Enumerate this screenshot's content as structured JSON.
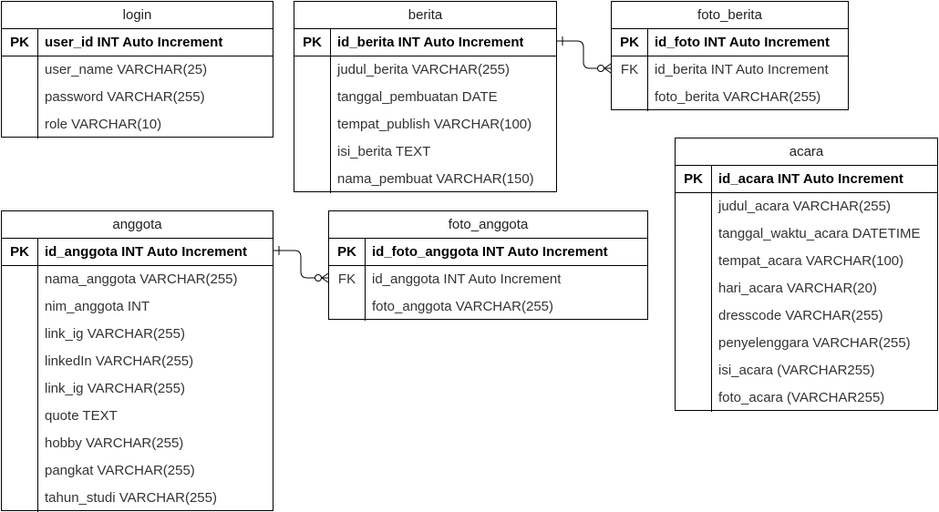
{
  "tables": {
    "login": {
      "name": "login",
      "pk": {
        "key": "PK",
        "field": "user_id INT Auto Increment"
      },
      "fields": [
        {
          "key": "",
          "field": "user_name VARCHAR(25)"
        },
        {
          "key": "",
          "field": "password VARCHAR(255)"
        },
        {
          "key": "",
          "field": "role VARCHAR(10)"
        }
      ]
    },
    "berita": {
      "name": "berita",
      "pk": {
        "key": "PK",
        "field": "id_berita INT Auto Increment"
      },
      "fields": [
        {
          "key": "",
          "field": "judul_berita VARCHAR(255)"
        },
        {
          "key": "",
          "field": "tanggal_pembuatan DATE"
        },
        {
          "key": "",
          "field": "tempat_publish VARCHAR(100)"
        },
        {
          "key": "",
          "field": "isi_berita TEXT"
        },
        {
          "key": "",
          "field": "nama_pembuat VARCHAR(150)"
        }
      ]
    },
    "foto_berita": {
      "name": "foto_berita",
      "pk": {
        "key": "PK",
        "field": "id_foto INT Auto Increment"
      },
      "fields": [
        {
          "key": "FK",
          "field": "id_berita INT Auto Increment"
        },
        {
          "key": "",
          "field": "foto_berita VARCHAR(255)"
        }
      ]
    },
    "acara": {
      "name": "acara",
      "pk": {
        "key": "PK",
        "field": "id_acara INT Auto Increment"
      },
      "fields": [
        {
          "key": "",
          "field": "judul_acara VARCHAR(255)"
        },
        {
          "key": "",
          "field": "tanggal_waktu_acara DATETIME"
        },
        {
          "key": "",
          "field": "tempat_acara VARCHAR(100)"
        },
        {
          "key": "",
          "field": "hari_acara VARCHAR(20)"
        },
        {
          "key": "",
          "field": "dresscode VARCHAR(255)"
        },
        {
          "key": "",
          "field": "penyelenggara VARCHAR(255)"
        },
        {
          "key": "",
          "field": "isi_acara (VARCHAR255)"
        },
        {
          "key": "",
          "field": "foto_acara (VARCHAR255)"
        }
      ]
    },
    "anggota": {
      "name": "anggota",
      "pk": {
        "key": "PK",
        "field": "id_anggota INT Auto Increment"
      },
      "fields": [
        {
          "key": "",
          "field": "nama_anggota VARCHAR(255)"
        },
        {
          "key": "",
          "field": "nim_anggota INT"
        },
        {
          "key": "",
          "field": "link_ig VARCHAR(255)"
        },
        {
          "key": "",
          "field": "linkedIn VARCHAR(255)"
        },
        {
          "key": "",
          "field": "link_ig VARCHAR(255)"
        },
        {
          "key": "",
          "field": "quote TEXT"
        },
        {
          "key": "",
          "field": "hobby VARCHAR(255)"
        },
        {
          "key": "",
          "field": "pangkat VARCHAR(255)"
        },
        {
          "key": "",
          "field": "tahun_studi VARCHAR(255)"
        }
      ]
    },
    "foto_anggota": {
      "name": "foto_anggota",
      "pk": {
        "key": "PK",
        "field": "id_foto_anggota INT Auto Increment"
      },
      "fields": [
        {
          "key": "FK",
          "field": "id_anggota INT Auto Increment"
        },
        {
          "key": "",
          "field": "foto_anggota VARCHAR(255)"
        }
      ]
    }
  },
  "relations": [
    {
      "from": "berita.id_berita",
      "to": "foto_berita.id_berita",
      "from_end": "one",
      "to_end": "zero-or-many"
    },
    {
      "from": "anggota.id_anggota",
      "to": "foto_anggota.id_anggota",
      "from_end": "one",
      "to_end": "zero-or-many"
    }
  ]
}
